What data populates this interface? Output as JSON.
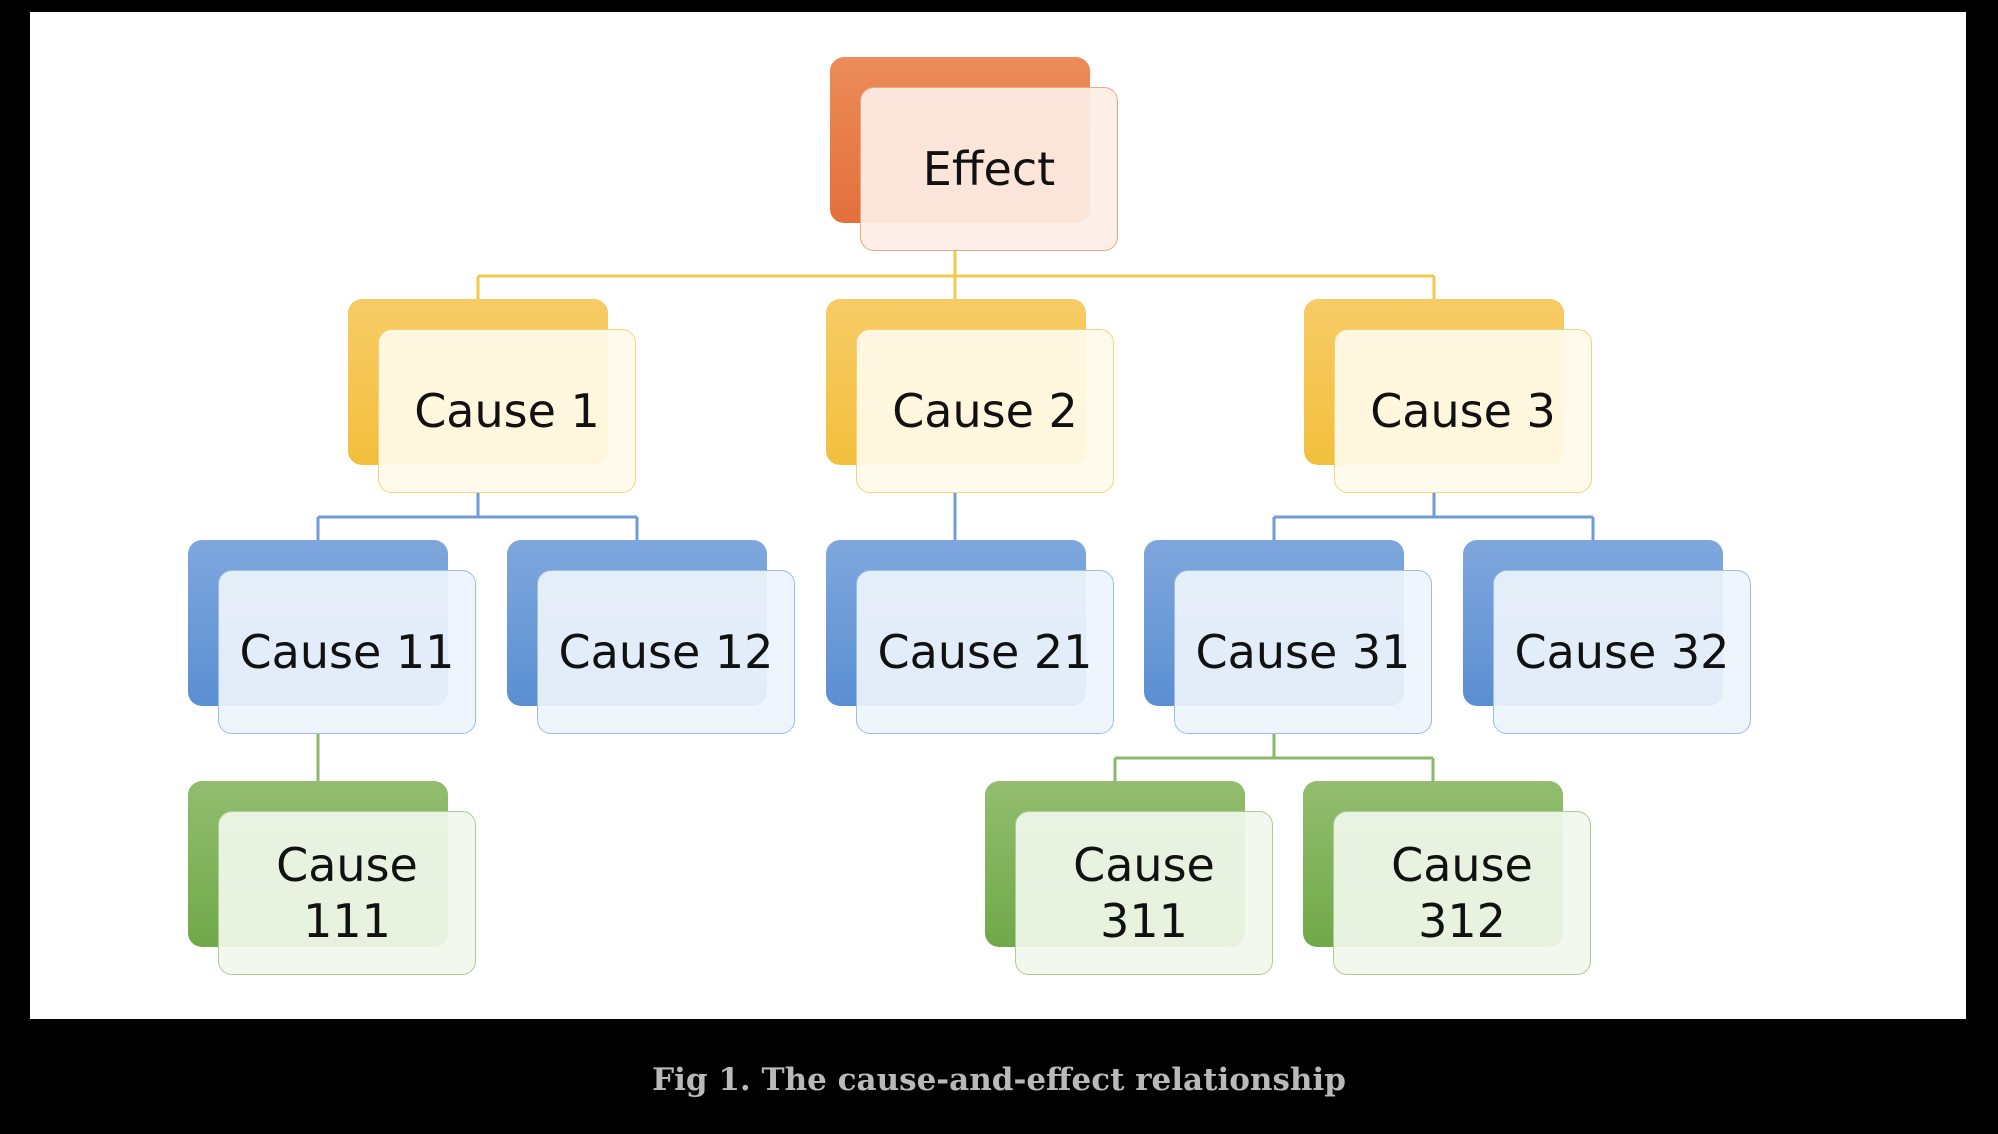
{
  "diagram": {
    "nodes": [
      {
        "id": "effect",
        "label": "Effect",
        "color": "orange",
        "parent": null
      },
      {
        "id": "cause-1",
        "label": "Cause 1",
        "color": "yellow",
        "parent": "effect"
      },
      {
        "id": "cause-2",
        "label": "Cause 2",
        "color": "yellow",
        "parent": "effect"
      },
      {
        "id": "cause-3",
        "label": "Cause 3",
        "color": "yellow",
        "parent": "effect"
      },
      {
        "id": "cause-11",
        "label": "Cause 11",
        "color": "blue",
        "parent": "cause-1"
      },
      {
        "id": "cause-12",
        "label": "Cause 12",
        "color": "blue",
        "parent": "cause-1"
      },
      {
        "id": "cause-21",
        "label": "Cause 21",
        "color": "blue",
        "parent": "cause-2"
      },
      {
        "id": "cause-31",
        "label": "Cause 31",
        "color": "blue",
        "parent": "cause-3"
      },
      {
        "id": "cause-32",
        "label": "Cause 32",
        "color": "blue",
        "parent": "cause-3"
      },
      {
        "id": "cause-111",
        "label": "Cause\n111",
        "color": "green",
        "parent": "cause-11"
      },
      {
        "id": "cause-311",
        "label": "Cause\n311",
        "color": "green",
        "parent": "cause-31"
      },
      {
        "id": "cause-312",
        "label": "Cause\n312",
        "color": "green",
        "parent": "cause-31"
      }
    ],
    "colors": {
      "orange": "#e2703b",
      "yellow": "#f2bf3d",
      "blue": "#5a8fd2",
      "green": "#70a948",
      "connector_yellow": "#f2c94c",
      "connector_blue": "#6f9bd6",
      "connector_green": "#8cb86b"
    }
  },
  "caption": "Fig 1. The cause-and-effect relationship"
}
